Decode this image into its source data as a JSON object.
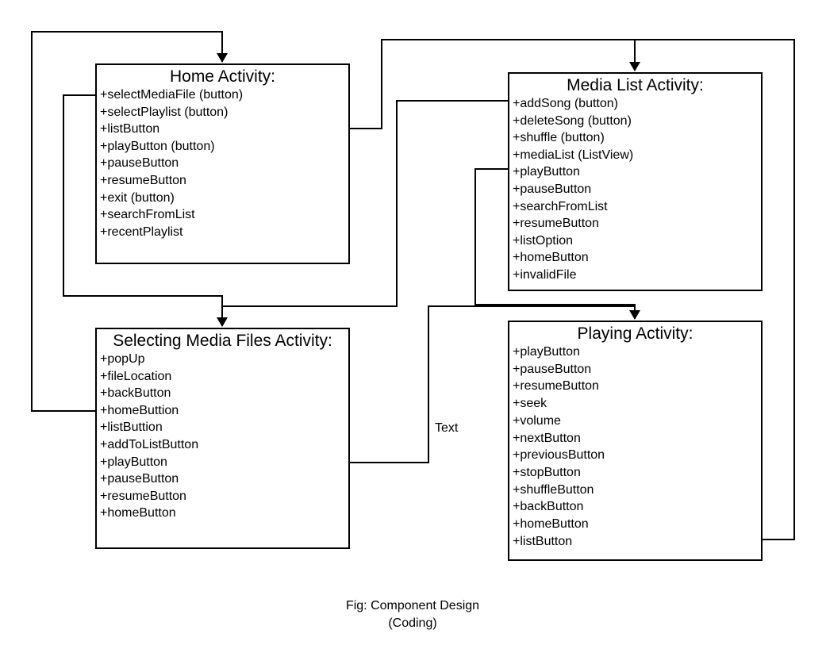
{
  "boxes": {
    "home": {
      "title": "Home Activity:",
      "items": [
        "+selectMediaFile (button)",
        "+selectPlaylist (button)",
        "+listButton",
        "+playButton (button)",
        "+pauseButton",
        "+resumeButton",
        "+exit (button)",
        "+searchFromList",
        "+recentPlaylist"
      ]
    },
    "media_list": {
      "title": "Media List Activity:",
      "items": [
        "+addSong (button)",
        "+deleteSong (button)",
        "+shuffle (button)",
        "+mediaList (ListView)",
        "+playButton",
        "+pauseButton",
        "+searchFromList",
        "+resumeButton",
        "+listOption",
        "+homeButton",
        "+invalidFile"
      ]
    },
    "selecting": {
      "title": "Selecting Media Files Activity:",
      "items": [
        "+popUp",
        "+fileLocation",
        "+backButton",
        "+homeButtion",
        "+listButtion",
        "+addToListButton",
        "+playButton",
        "+pauseButton",
        "+resumeButton",
        "+homeButton"
      ]
    },
    "playing": {
      "title": "Playing Activity:",
      "items": [
        "+playButton",
        "+pauseButton",
        "+resumeButton",
        "+seek",
        "+volume",
        "+nextButton",
        "+previousButton",
        "+stopButton",
        "+shuffleButton",
        "+backButton",
        "+homeButton",
        "+listButton"
      ]
    }
  },
  "connector_label": "Text",
  "caption": {
    "line1": "Fig: Component Design",
    "line2": "(Coding)"
  },
  "colors": {
    "stroke": "#000000",
    "background": "#ffffff"
  }
}
